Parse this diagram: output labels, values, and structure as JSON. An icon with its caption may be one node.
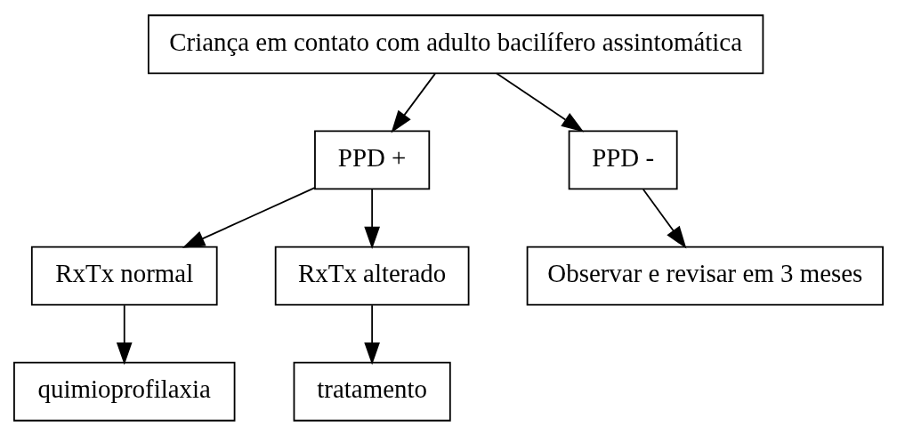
{
  "diagram": {
    "nodes": [
      {
        "text": [
          "Criança em contato com adulto bacilífero assintomática"
        ]
      },
      {
        "text": [
          "PPD +"
        ]
      },
      {
        "text": [
          "PPD -"
        ]
      },
      {
        "text": [
          "RxTx normal"
        ]
      },
      {
        "text": [
          "RxTx alterado"
        ]
      },
      {
        "text": [
          "quimioprofilaxia"
        ]
      },
      {
        "text": [
          "tratamento"
        ]
      },
      {
        "text": [
          "Observar e revisar em 3 meses"
        ]
      }
    ],
    "edges": [
      {
        "from": 0,
        "to": 1,
        "arrow": "to"
      },
      {
        "from": 0,
        "to": 2,
        "arrow": "to"
      },
      {
        "from": 1,
        "to": 3,
        "arrow": "to"
      },
      {
        "from": 1,
        "to": 4,
        "arrow": "to"
      },
      {
        "from": 3,
        "to": 5,
        "arrow": "to"
      },
      {
        "from": 4,
        "to": 6,
        "arrow": "to"
      },
      {
        "from": 2,
        "to": 7,
        "arrow": "to"
      }
    ]
  }
}
